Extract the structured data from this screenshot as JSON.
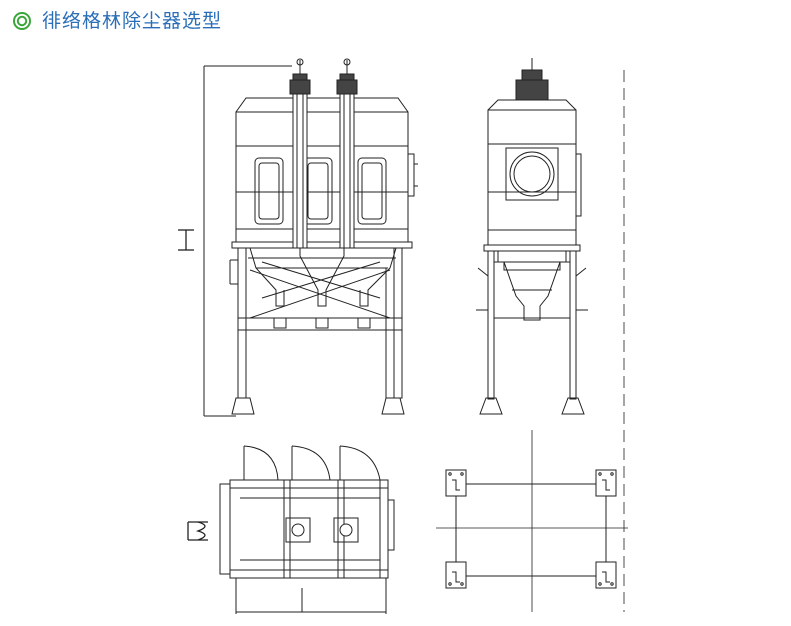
{
  "header": {
    "title": "徘络格林除尘器选型",
    "icon": "double-ring-icon",
    "accent_color": "#3aa63a",
    "title_color": "#2a6eb8"
  },
  "drawing": {
    "line_color": "#222222",
    "views": [
      "front-elevation",
      "side-elevation",
      "top-plan",
      "foundation-plan"
    ]
  }
}
